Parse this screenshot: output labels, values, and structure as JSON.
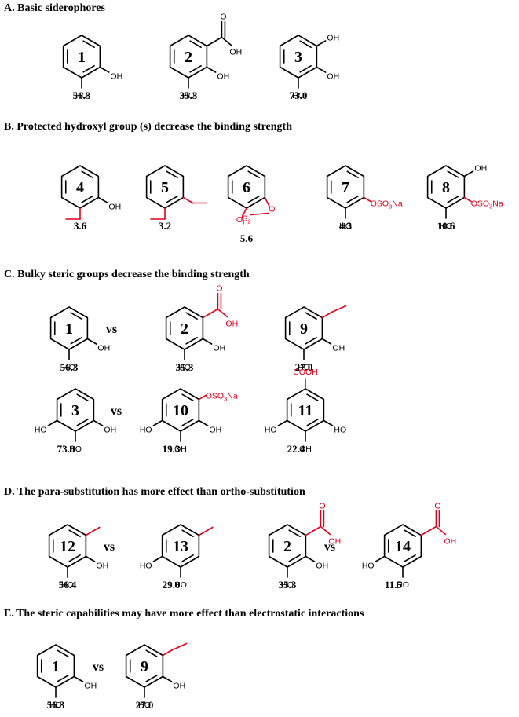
{
  "sections": [
    {
      "title": "A. Basic siderophores",
      "rows": [
        [
          {
            "number": "1",
            "value": "56.3",
            "subs": [
              {
                "pos": 3,
                "label": "HO",
                "type": "label",
                "color": "black"
              },
              {
                "pos": 2,
                "label": "OH",
                "type": "label",
                "color": "black"
              }
            ]
          },
          {
            "number": "2",
            "value": "35.3",
            "subs": [
              {
                "pos": 3,
                "label": "HO",
                "type": "label",
                "color": "black"
              },
              {
                "pos": 2,
                "label": "OH",
                "type": "label",
                "color": "black"
              },
              {
                "pos": 1,
                "label": "OH",
                "type": "cooh",
                "color": "black"
              }
            ]
          },
          {
            "number": "3",
            "value": "73.0",
            "subs": [
              {
                "pos": 3,
                "label": "HO",
                "type": "label",
                "color": "black"
              },
              {
                "pos": 2,
                "label": "OH",
                "type": "label",
                "color": "black"
              },
              {
                "pos": 1,
                "label": "OH",
                "type": "label",
                "color": "black"
              }
            ]
          }
        ]
      ]
    },
    {
      "title": "B. Protected hydroxyl group (s) decrease the binding strength",
      "rows": [
        [
          {
            "number": "4",
            "value": "3.6",
            "subs": [
              {
                "pos": 3,
                "label": "",
                "type": "ome",
                "color": "red"
              },
              {
                "pos": 2,
                "label": "OH",
                "type": "label",
                "color": "black"
              }
            ]
          },
          {
            "number": "5",
            "value": "3.2",
            "subs": [
              {
                "pos": 3,
                "label": "",
                "type": "ome",
                "color": "red"
              },
              {
                "pos": 2,
                "label": "",
                "type": "ome",
                "color": "red"
              }
            ]
          },
          {
            "number": "6",
            "value": "5.6",
            "subs": [
              {
                "pos": 0,
                "label": "O",
                "type": "sulfate",
                "color": "red",
                "s_label": "S",
                "s_sub": "2",
                "o2_label": "O"
              }
            ]
          },
          {
            "number": "7",
            "value": "4.3",
            "subs": [
              {
                "pos": 3,
                "label": "HO",
                "type": "label",
                "color": "black"
              },
              {
                "pos": 2,
                "type": "oso3na",
                "color": "red",
                "parts": [
                  "OSO",
                  "3",
                  "Na"
                ]
              }
            ]
          },
          {
            "number": "8",
            "value": "10.6",
            "subs": [
              {
                "pos": 3,
                "label": "HO",
                "type": "label",
                "color": "black"
              },
              {
                "pos": 2,
                "type": "oso3na",
                "color": "red",
                "parts": [
                  "OSO",
                  "3",
                  "Na"
                ]
              },
              {
                "pos": 1,
                "label": "OH",
                "type": "label",
                "color": "black"
              }
            ]
          }
        ]
      ]
    },
    {
      "title": "C. Bulky steric groups decrease the binding strength",
      "rows": [
        [
          {
            "number": "1",
            "value": "56.3",
            "subs": [
              {
                "pos": 3,
                "label": "HO",
                "type": "label",
                "color": "black"
              },
              {
                "pos": 2,
                "label": "OH",
                "type": "label",
                "color": "black"
              }
            ]
          },
          {
            "vs": "vs"
          },
          {
            "number": "2",
            "value": "35.3",
            "subs": [
              {
                "pos": 3,
                "label": "HO",
                "type": "label",
                "color": "black"
              },
              {
                "pos": 2,
                "label": "OH",
                "type": "label",
                "color": "black"
              },
              {
                "pos": 1,
                "label": "OH",
                "type": "cooh",
                "color": "red"
              }
            ]
          },
          {
            "number": "9",
            "value": "27.0",
            "subs": [
              {
                "pos": 3,
                "label": "HO",
                "type": "label",
                "color": "black"
              },
              {
                "pos": 2,
                "label": "OH",
                "type": "label",
                "color": "black"
              },
              {
                "pos": 1,
                "label": "",
                "type": "ome",
                "color": "red"
              }
            ]
          }
        ],
        [
          {
            "number": "3",
            "value": "73.0",
            "subs": [
              {
                "pos": 4,
                "label": "HO",
                "type": "label",
                "color": "black"
              },
              {
                "pos": 3,
                "label": "HO",
                "type": "label",
                "color": "black"
              },
              {
                "pos": 2,
                "label": "OH",
                "type": "label",
                "color": "black"
              }
            ]
          },
          {
            "vs": "vs"
          },
          {
            "number": "10",
            "value": "19.3",
            "subs": [
              {
                "pos": 4,
                "label": "HO",
                "type": "label",
                "color": "black"
              },
              {
                "pos": 3,
                "label": "OH",
                "type": "label",
                "color": "black"
              },
              {
                "pos": 2,
                "label": "OH",
                "type": "label",
                "color": "black"
              },
              {
                "pos": 1,
                "type": "oso3na",
                "color": "red",
                "parts": [
                  "OSO",
                  "3",
                  "Na"
                ]
              }
            ]
          },
          {
            "number": "11",
            "value": "22.4",
            "subs": [
              {
                "pos": 0,
                "label": "COOH",
                "type": "label",
                "color": "red"
              },
              {
                "pos": 4,
                "label": "HO",
                "type": "label",
                "color": "black"
              },
              {
                "pos": 3,
                "label": "OH",
                "type": "label",
                "color": "black"
              },
              {
                "pos": 2,
                "label": "HO",
                "type": "label",
                "color": "black"
              }
            ]
          }
        ]
      ]
    },
    {
      "title": "D. The para-substitution has more effect than ortho-substitution",
      "rows": [
        [
          {
            "number": "12",
            "value": "56.4",
            "subs": [
              {
                "pos": 3,
                "label": "HO",
                "type": "label",
                "color": "black"
              },
              {
                "pos": 2,
                "label": "OH",
                "type": "label",
                "color": "black"
              },
              {
                "pos": 1,
                "label": "",
                "type": "methyl",
                "color": "red"
              }
            ]
          },
          {
            "vs": "vs"
          },
          {
            "number": "13",
            "value": "29.0",
            "subs": [
              {
                "pos": 4,
                "label": "HO",
                "type": "label",
                "color": "black"
              },
              {
                "pos": 3,
                "label": "HO",
                "type": "label",
                "color": "black"
              },
              {
                "pos": 1,
                "label": "",
                "type": "methyl",
                "color": "red"
              }
            ]
          },
          {
            "number": "2",
            "value": "35.3",
            "subs": [
              {
                "pos": 3,
                "label": "HO",
                "type": "label",
                "color": "black"
              },
              {
                "pos": 2,
                "label": "OH",
                "type": "label",
                "color": "black"
              },
              {
                "pos": 1,
                "label": "OH",
                "type": "cooh",
                "color": "red"
              }
            ]
          },
          {
            "vs": "vs"
          },
          {
            "number": "14",
            "value": "11.5",
            "subs": [
              {
                "pos": 4,
                "label": "HO",
                "type": "label",
                "color": "black"
              },
              {
                "pos": 3,
                "label": "HO",
                "type": "label",
                "color": "black"
              },
              {
                "pos": 1,
                "label": "OH",
                "type": "cooh",
                "color": "red"
              }
            ]
          }
        ]
      ]
    },
    {
      "title": "E. The steric capabilities may have more effect than electrostatic interactions",
      "rows": [
        [
          {
            "number": "1",
            "value": "56.3",
            "subs": [
              {
                "pos": 3,
                "label": "HO",
                "type": "label",
                "color": "black"
              },
              {
                "pos": 2,
                "label": "OH",
                "type": "label",
                "color": "black"
              }
            ]
          },
          {
            "vs": "vs"
          },
          {
            "number": "9",
            "value": "27.0",
            "subs": [
              {
                "pos": 3,
                "label": "HO",
                "type": "label",
                "color": "black"
              },
              {
                "pos": 2,
                "label": "OH",
                "type": "label",
                "color": "black"
              },
              {
                "pos": 1,
                "label": "",
                "type": "ome",
                "color": "red"
              }
            ]
          }
        ]
      ]
    }
  ],
  "colors": {
    "highlight": "#e3001b",
    "ink": "#000000"
  }
}
